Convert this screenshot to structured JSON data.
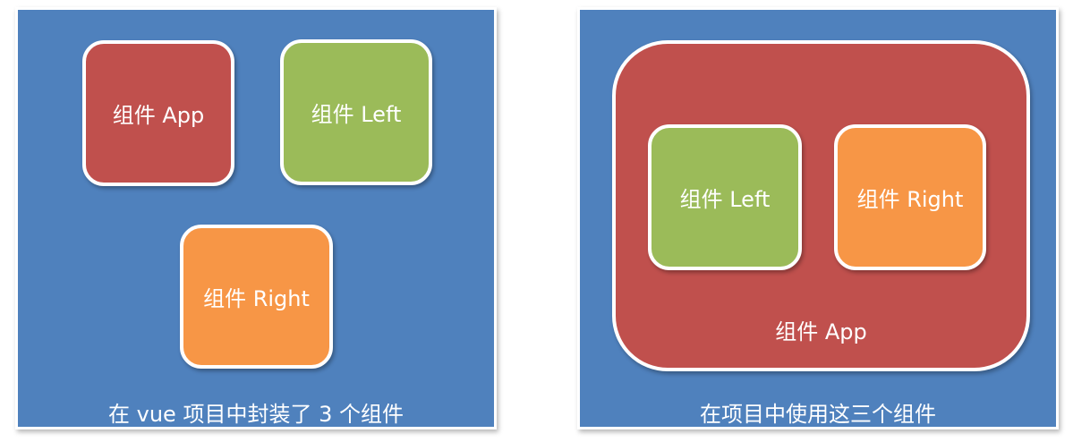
{
  "colors": {
    "panel_background": "#4F81BD",
    "app_component": "#C0504D",
    "left_component": "#9BBB59",
    "right_component": "#F79646",
    "border": "#FFFFFF",
    "text": "#FFFFFF"
  },
  "left_panel": {
    "caption": "在 vue 项目中封装了 3 个组件",
    "components": [
      {
        "id": "app",
        "label": "组件 App"
      },
      {
        "id": "left",
        "label": "组件 Left"
      },
      {
        "id": "right",
        "label": "组件 Right"
      }
    ]
  },
  "right_panel": {
    "caption": "在项目中使用这三个组件",
    "container": {
      "id": "app",
      "label": "组件 App"
    },
    "children": [
      {
        "id": "left",
        "label": "组件 Left"
      },
      {
        "id": "right",
        "label": "组件 Right"
      }
    ]
  }
}
